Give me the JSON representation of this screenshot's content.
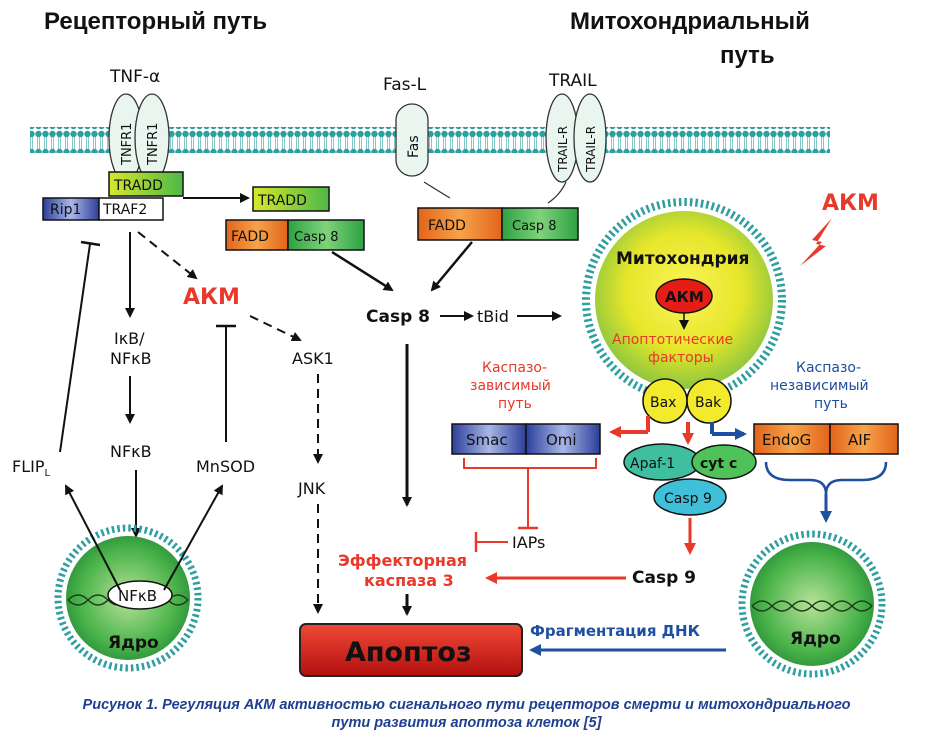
{
  "headers": {
    "receptor_path": "Рецепторный путь",
    "mito_path_line1": "Митохондриальный",
    "mito_path_line2": "путь"
  },
  "receptors": {
    "tnf_alpha": "TNF-α",
    "tnfr1": "TNFR1",
    "fas_l": "Fas-L",
    "fas": "Fas",
    "trail": "TRAIL",
    "trail_r": "TRAIL-R"
  },
  "adapters": {
    "tradd": "TRADD",
    "rip1": "Rip1",
    "traf2": "TRAF2",
    "fadd": "FADD",
    "casp8": "Casp 8"
  },
  "nodes": {
    "akm_left": "АКМ",
    "akm_right": "АКМ",
    "akm_mito": "АКМ",
    "casp8_main": "Casp 8",
    "tbid": "tBid",
    "ikb_line1": "IκB/",
    "ikb_line2": "NFκB",
    "nfkb": "NFκB",
    "nfkb_nucleus": "NFκB",
    "mnsod": "MnSOD",
    "ask1": "ASK1",
    "jnk": "JNK",
    "flip": "FLIP",
    "flip_sub": "L",
    "nucleus": "Ядро",
    "nucleus_right": "Ядро",
    "mitochondria": "Митохондрия",
    "apoptotic_line1": "Апоптотические",
    "apoptotic_line2": "факторы",
    "bax": "Bax",
    "bak": "Bak",
    "caspase_dep_line1": "Каспазо-",
    "caspase_dep_line2": "зависимый",
    "caspase_dep_line3": "путь",
    "caspase_indep_line1": "Каспазо-",
    "caspase_indep_line2": "независимый",
    "caspase_indep_line3": "путь",
    "smac": "Smac",
    "omi": "Omi",
    "endog": "EndoG",
    "aif": "AIF",
    "apaf1": "Apaf-1",
    "cytc": "cyt c",
    "casp9_complex": "Casp 9",
    "iaps": "IAPs",
    "effector_line1": "Эффекторная",
    "effector_line2": "каспаза 3",
    "casp9": "Casp 9",
    "dna_frag": "Фрагментация ДНК",
    "apoptosis": "Апоптоз"
  },
  "caption": {
    "line1": "Рисунок 1. Регуляция АКМ активностью сигнального пути рецепторов смерти и митохондриального",
    "line2": "пути развития апоптоза клеток [5]"
  },
  "colors": {
    "red": "#e8392a",
    "blue": "#1f4fa0",
    "orange": "#f07f1e",
    "green": "#3db54a",
    "yellow": "#f2ea2a",
    "membrane": "#3aa6a6"
  }
}
